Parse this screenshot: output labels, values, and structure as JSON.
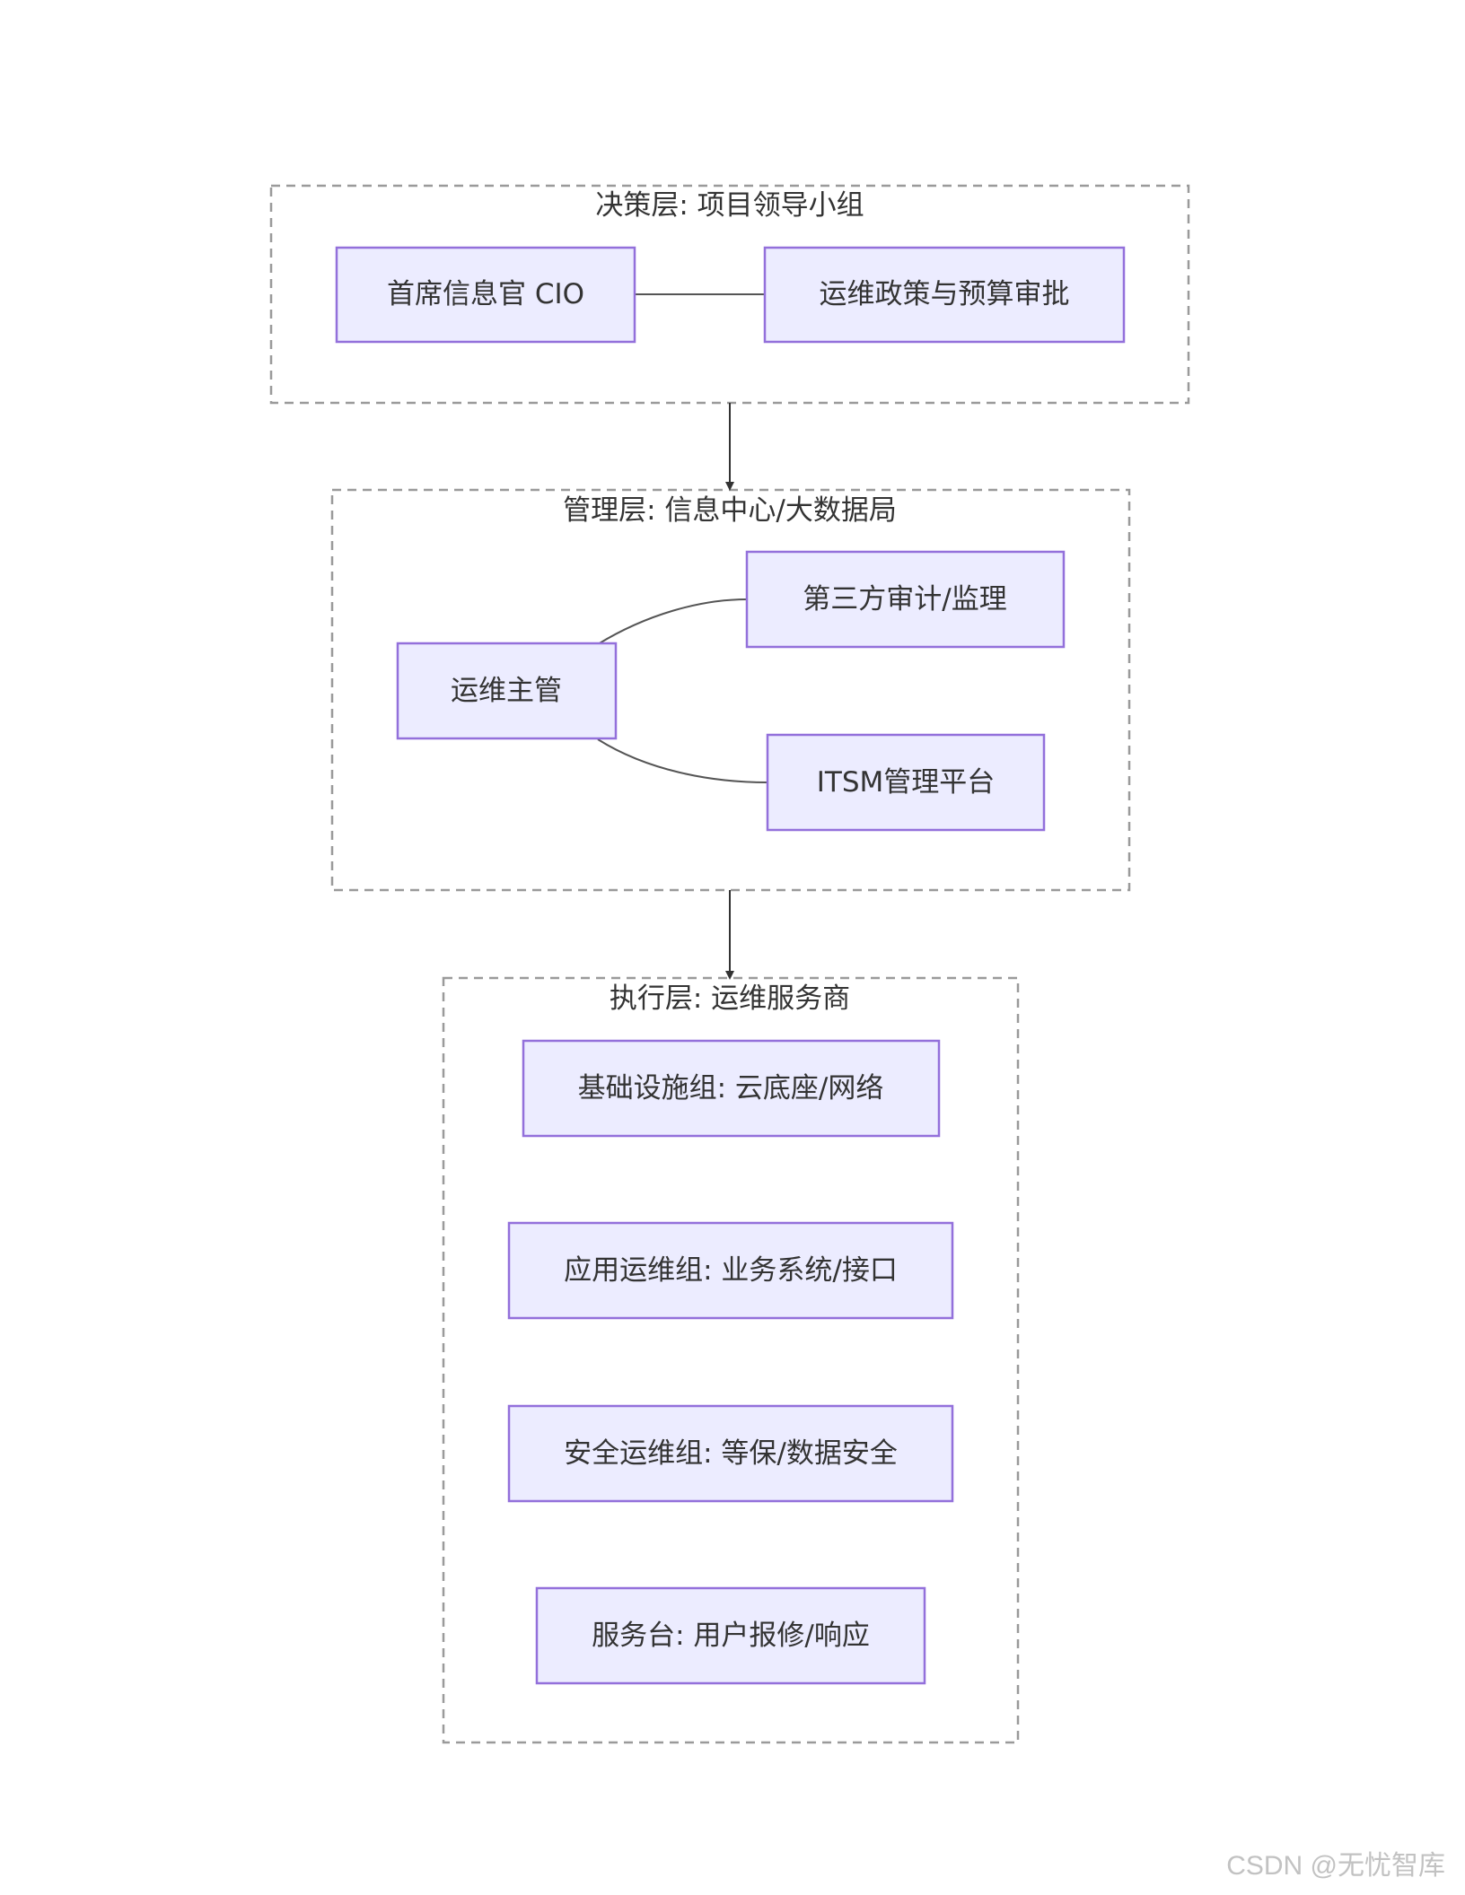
{
  "groups": {
    "decision": {
      "title": "决策层: 项目领导小组"
    },
    "management": {
      "title": "管理层: 信息中心/大数据局"
    },
    "execution": {
      "title": "执行层: 运维服务商"
    }
  },
  "nodes": {
    "cio": "首席信息官 CIO",
    "policy": "运维政策与预算审批",
    "supervisor": "运维主管",
    "audit": "第三方审计/监理",
    "itsm": "ITSM管理平台",
    "infra": "基础设施组: 云底座/网络",
    "app": "应用运维组: 业务系统/接口",
    "security": "安全运维组: 等保/数据安全",
    "desk": "服务台: 用户报修/响应"
  },
  "watermark": "CSDN @无忧智库"
}
